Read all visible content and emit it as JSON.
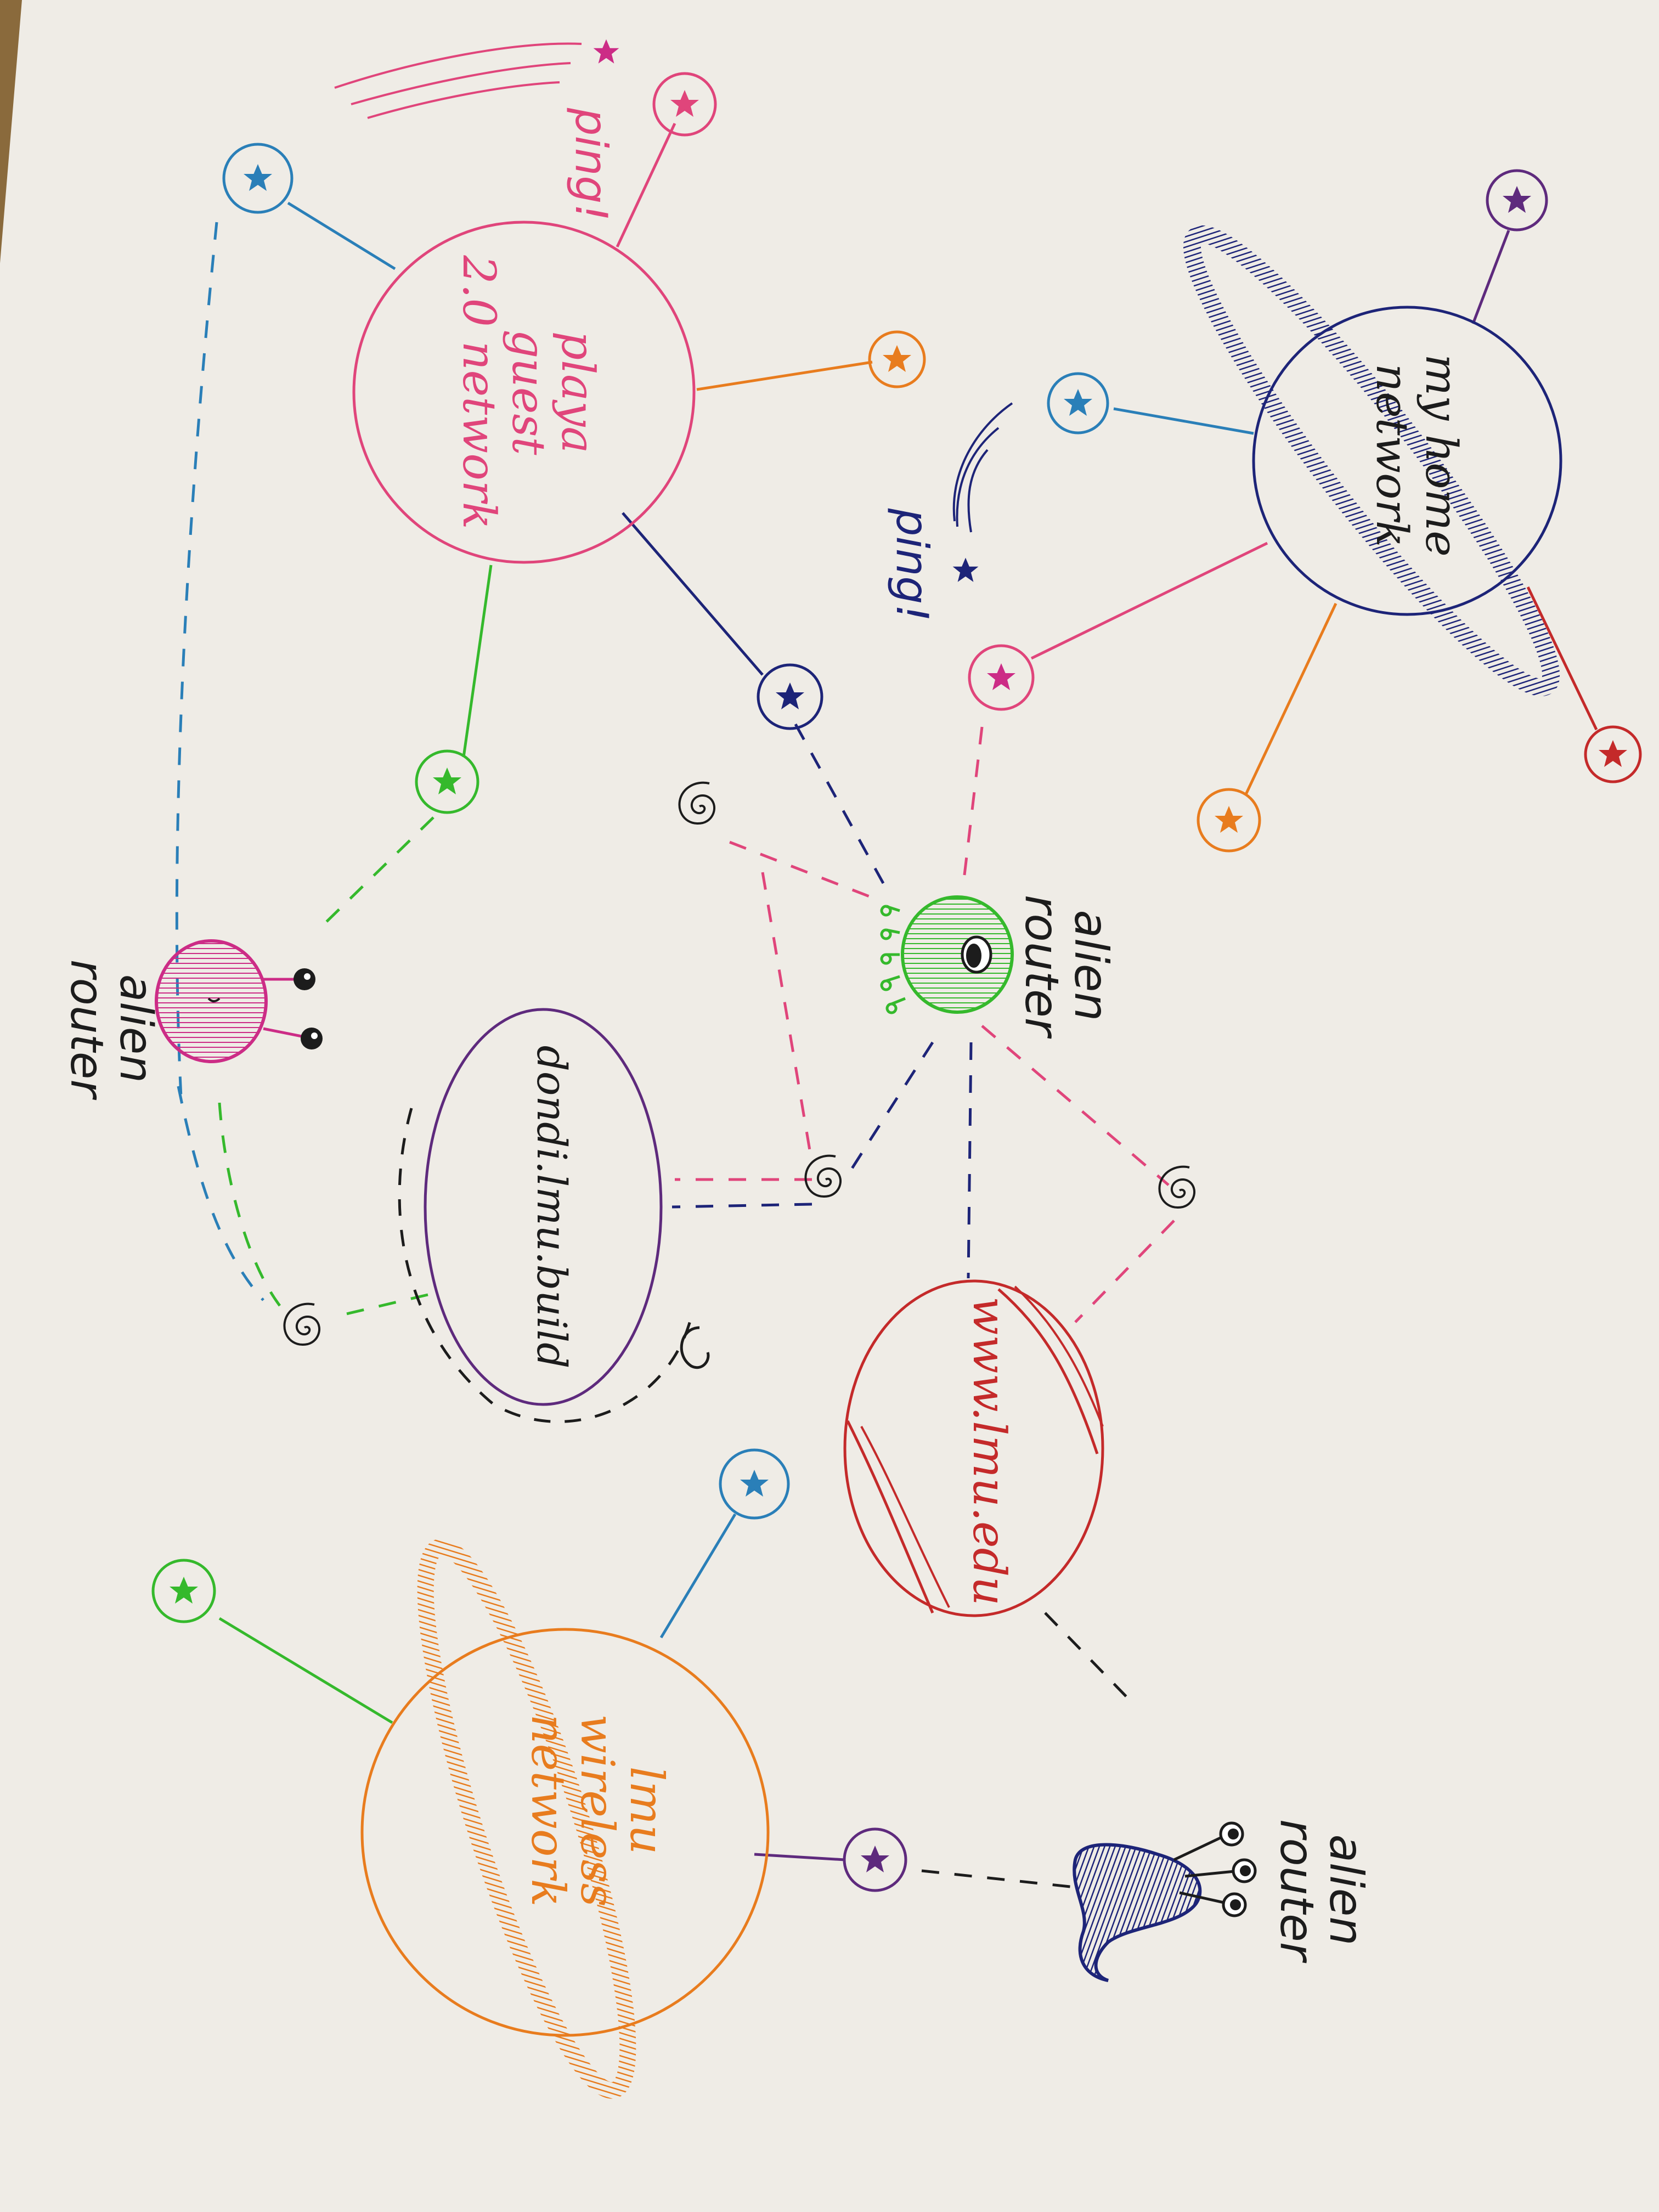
{
  "colors": {
    "paper": "#efece6",
    "orange": "#e87c1e",
    "pink": "#e0457b",
    "magenta": "#cc2c86",
    "navy": "#1d2478",
    "red": "#c42a2a",
    "purple": "#5e2a7d",
    "green": "#35b92c",
    "teal": "#2a7fb8",
    "black": "#1c1c1c"
  },
  "networks": {
    "player_guest": {
      "label_lines": [
        "playa",
        "guest",
        "2.0 network"
      ]
    },
    "home": {
      "label_lines": [
        "my home",
        "network"
      ]
    },
    "lmu_wireless": {
      "label_lines": [
        "lmu",
        "wireless",
        "network"
      ]
    },
    "www": {
      "label": "www.lmu.edu"
    },
    "dondi": {
      "label": "dondi.lmu.build"
    }
  },
  "routers": {
    "green": {
      "label_lines": [
        "alien",
        "router"
      ]
    },
    "pink": {
      "label_lines": [
        "alien",
        "router"
      ]
    },
    "blue": {
      "label_lines": [
        "alien",
        "router"
      ]
    }
  },
  "pings": {
    "top": "ping!",
    "middle": "ping!"
  },
  "icons": {
    "device": "star-icon",
    "hop": "spiral-icon"
  }
}
